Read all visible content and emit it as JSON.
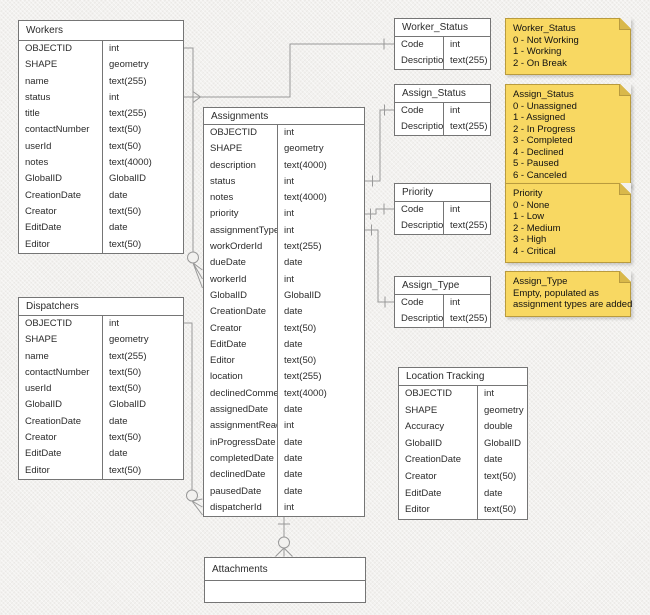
{
  "diagram": {
    "tables": {
      "workers": {
        "title": "Workers",
        "fields": [
          {
            "n": "OBJECTID",
            "t": "int"
          },
          {
            "n": "SHAPE",
            "t": "geometry"
          },
          {
            "n": "name",
            "t": "text(255)"
          },
          {
            "n": "status",
            "t": "int"
          },
          {
            "n": "title",
            "t": "text(255)"
          },
          {
            "n": "contactNumber",
            "t": "text(50)"
          },
          {
            "n": "userId",
            "t": "text(50)"
          },
          {
            "n": "notes",
            "t": "text(4000)"
          },
          {
            "n": "GlobalID",
            "t": "GlobalID"
          },
          {
            "n": "CreationDate",
            "t": "date"
          },
          {
            "n": "Creator",
            "t": "text(50)"
          },
          {
            "n": "EditDate",
            "t": "date"
          },
          {
            "n": "Editor",
            "t": "text(50)"
          }
        ]
      },
      "dispatchers": {
        "title": "Dispatchers",
        "fields": [
          {
            "n": "OBJECTID",
            "t": "int"
          },
          {
            "n": "SHAPE",
            "t": "geometry"
          },
          {
            "n": "name",
            "t": "text(255)"
          },
          {
            "n": "contactNumber",
            "t": "text(50)"
          },
          {
            "n": "userId",
            "t": "text(50)"
          },
          {
            "n": "GlobalID",
            "t": "GlobalID"
          },
          {
            "n": "CreationDate",
            "t": "date"
          },
          {
            "n": "Creator",
            "t": "text(50)"
          },
          {
            "n": "EditDate",
            "t": "date"
          },
          {
            "n": "Editor",
            "t": "text(50)"
          }
        ]
      },
      "assignments": {
        "title": "Assignments",
        "fields": [
          {
            "n": "OBJECTID",
            "t": "int"
          },
          {
            "n": "SHAPE",
            "t": "geometry"
          },
          {
            "n": "description",
            "t": "text(4000)"
          },
          {
            "n": "status",
            "t": "int"
          },
          {
            "n": "notes",
            "t": "text(4000)"
          },
          {
            "n": "priority",
            "t": "int"
          },
          {
            "n": "assignmentType",
            "t": "int"
          },
          {
            "n": "workOrderId",
            "t": "text(255)"
          },
          {
            "n": "dueDate",
            "t": "date"
          },
          {
            "n": "workerId",
            "t": "int"
          },
          {
            "n": "GlobalID",
            "t": "GlobalID"
          },
          {
            "n": "CreationDate",
            "t": "date"
          },
          {
            "n": "Creator",
            "t": "text(50)"
          },
          {
            "n": "EditDate",
            "t": "date"
          },
          {
            "n": "Editor",
            "t": "text(50)"
          },
          {
            "n": "location",
            "t": "text(255)"
          },
          {
            "n": "declinedComment",
            "t": "text(4000)"
          },
          {
            "n": "assignedDate",
            "t": "date"
          },
          {
            "n": "assignmentRead",
            "t": "int"
          },
          {
            "n": "inProgressDate",
            "t": "date"
          },
          {
            "n": "completedDate",
            "t": "date"
          },
          {
            "n": "declinedDate",
            "t": "date"
          },
          {
            "n": "pausedDate",
            "t": "date"
          },
          {
            "n": "dispatcherId",
            "t": "int"
          }
        ]
      },
      "worker_status": {
        "title": "Worker_Status",
        "fields": [
          {
            "n": "Code",
            "t": "int"
          },
          {
            "n": "Description",
            "t": "text(255)"
          }
        ]
      },
      "assign_status": {
        "title": "Assign_Status",
        "fields": [
          {
            "n": "Code",
            "t": "int"
          },
          {
            "n": "Description",
            "t": "text(255)"
          }
        ]
      },
      "priority": {
        "title": "Priority",
        "fields": [
          {
            "n": "Code",
            "t": "int"
          },
          {
            "n": "Description",
            "t": "text(255)"
          }
        ]
      },
      "assign_type": {
        "title": "Assign_Type",
        "fields": [
          {
            "n": "Code",
            "t": "int"
          },
          {
            "n": "Description",
            "t": "text(255)"
          }
        ]
      },
      "location_tracking": {
        "title": "Location Tracking",
        "fields": [
          {
            "n": "OBJECTID",
            "t": "int"
          },
          {
            "n": "SHAPE",
            "t": "geometry"
          },
          {
            "n": "Accuracy",
            "t": "double"
          },
          {
            "n": "GlobalID",
            "t": "GlobalID"
          },
          {
            "n": "CreationDate",
            "t": "date"
          },
          {
            "n": "Creator",
            "t": "text(50)"
          },
          {
            "n": "EditDate",
            "t": "date"
          },
          {
            "n": "Editor",
            "t": "text(50)"
          }
        ]
      },
      "attachments": {
        "title": "Attachments",
        "fields": []
      }
    },
    "notes": {
      "worker_status": {
        "title": "Worker_Status",
        "lines": [
          "0 - Not Working",
          "1 - Working",
          "2 - On Break"
        ]
      },
      "assign_status": {
        "title": "Assign_Status",
        "lines": [
          "0 - Unassigned",
          "1 - Assigned",
          "2 - In Progress",
          "3 - Completed",
          "4 - Declined",
          "5 - Paused",
          "6 - Canceled"
        ]
      },
      "priority": {
        "title": "Priority",
        "lines": [
          "0 - None",
          "1 - Low",
          "2 - Medium",
          "3 - High",
          "4 - Critical"
        ]
      },
      "assign_type": {
        "title": "Assign_Type",
        "lines": [
          "Empty, populated as",
          "assignment types are added"
        ]
      }
    },
    "relationships": [
      {
        "from": "Workers.OBJECTID",
        "to": "Assignments.workerId",
        "end": "zero-or-many"
      },
      {
        "from": "Dispatchers.OBJECTID",
        "to": "Assignments.dispatcherId",
        "end": "zero-or-many"
      },
      {
        "from": "Workers.status",
        "to": "Worker_Status.Code",
        "end": "one"
      },
      {
        "from": "Assignments.status",
        "to": "Assign_Status.Code",
        "end": "one"
      },
      {
        "from": "Assignments.priority",
        "to": "Priority.Code",
        "end": "one"
      },
      {
        "from": "Assignments.assignmentType",
        "to": "Assign_Type.Code",
        "end": "one"
      },
      {
        "from": "Assignments",
        "to": "Attachments",
        "end": "zero-or-many"
      }
    ],
    "colors": {
      "note_fill": "#f8d862",
      "note_border": "#b99b3e",
      "note_fold": "#d9b84a",
      "table_fill": "#ffffff",
      "table_border": "#757575",
      "connector": "#999999",
      "background": "#f2f1ef"
    }
  }
}
